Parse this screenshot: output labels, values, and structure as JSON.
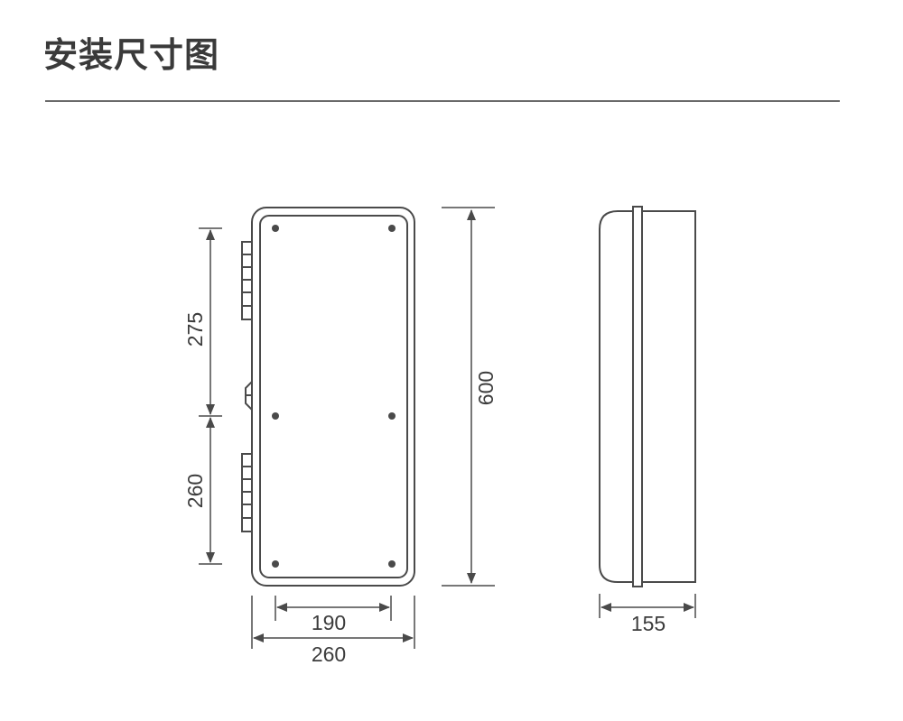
{
  "header": {
    "title": "安装尺寸图"
  },
  "dimensions": {
    "upper_spacing": "275",
    "lower_spacing": "260",
    "total_height": "600",
    "inner_width": "190",
    "total_width": "260",
    "depth": "155"
  },
  "colors": {
    "line": "#4a4a4a",
    "text": "#3c3c3c",
    "rule": "#6a6a6a"
  }
}
